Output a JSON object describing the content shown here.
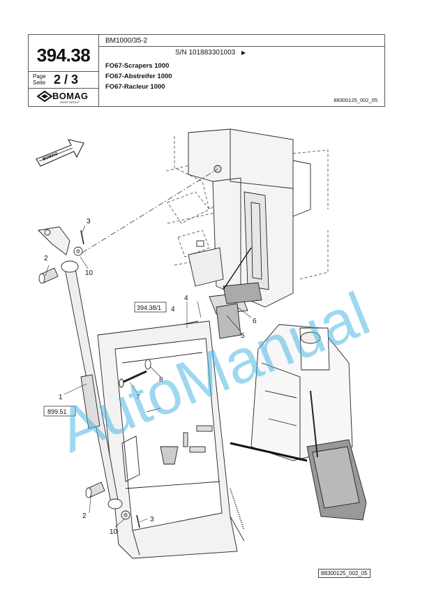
{
  "header": {
    "model": "BM1000/35-2",
    "page_number": "394.38",
    "page_label_en": "Page",
    "page_label_de": "Seite",
    "page_value": "2 / 3",
    "serial": "S/N 101883301003",
    "serial_arrow": "▶",
    "titles": [
      "FO67-Scrapers 1000",
      "FO67-Abstreifer 1000",
      "FO67-Racleur 1000"
    ],
    "logo_text": "BOMAG",
    "logo_subtext": "FAYAT GROUP",
    "ref_code": "88300125_002_05"
  },
  "drawing": {
    "callouts": {
      "c1": "1",
      "c2a": "2",
      "c2b": "2",
      "c3a": "3",
      "c3b": "3",
      "c4a": "4",
      "c4b": "4",
      "c5": "5",
      "c6": "6",
      "c7": "7",
      "c8": "8",
      "c10a": "10",
      "c10b": "10"
    },
    "ref_box_1": "394.38/1",
    "ref_box_2": "899.51",
    "direction_label": "BOMAG",
    "watermark": "AutoManual"
  },
  "footer": {
    "ref_code": "88300125_002_05"
  },
  "colors": {
    "watermark": "#4fb8e4",
    "line": "#222222",
    "fill": "#e8e8e8"
  }
}
